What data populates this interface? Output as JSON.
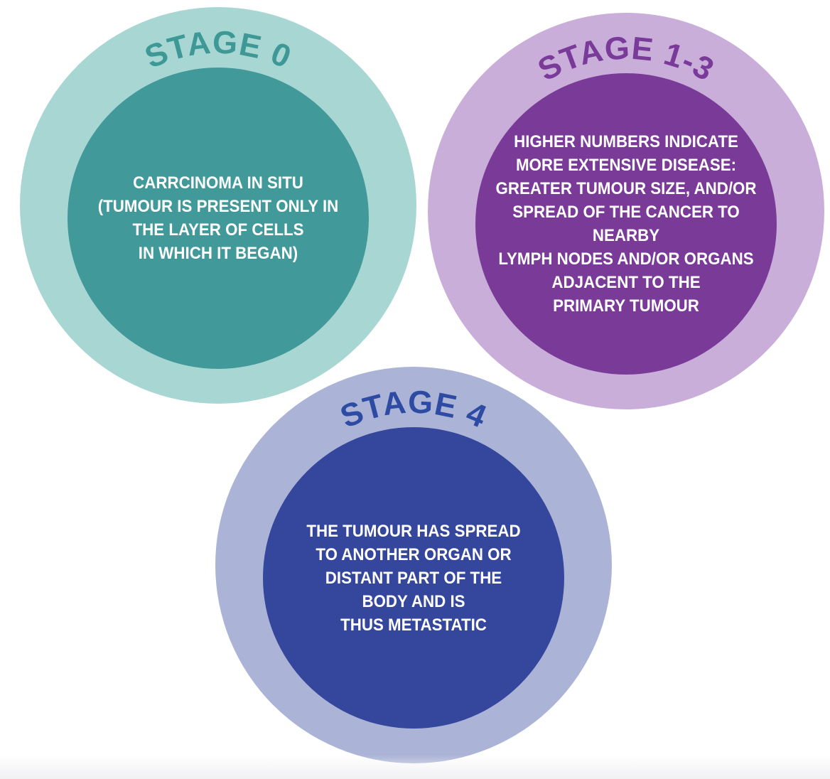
{
  "page": {
    "background_color": "#ffffff",
    "bottom_edge_tint": "#f1f1f4"
  },
  "stages": [
    {
      "id": "stage-0",
      "title": "STAGE 0",
      "outer_color": "#a8d7d3",
      "inner_color": "#42999a",
      "title_color": "#3d9896",
      "text_color": "#ffffff",
      "lines": [
        "CARRCINOMA IN SITU",
        "(TUMOUR IS PRESENT ONLY IN",
        "THE LAYER OF CELLS",
        "IN WHICH IT BEGAN)"
      ]
    },
    {
      "id": "stage-1-3",
      "title": "STAGE 1-3",
      "outer_color": "#c8aed9",
      "inner_color": "#7a3b98",
      "title_color": "#793a99",
      "text_color": "#ffffff",
      "lines": [
        "HIGHER NUMBERS INDICATE",
        "MORE EXTENSIVE DISEASE:",
        "GREATER TUMOUR SIZE, AND/OR",
        "SPREAD OF THE CANCER TO NEARBY",
        "LYMPH NODES AND/OR ORGANS",
        "ADJACENT TO THE",
        "PRIMARY TUMOUR"
      ]
    },
    {
      "id": "stage-4",
      "title": "STAGE 4",
      "outer_color": "#abb4d7",
      "inner_color": "#34479c",
      "title_color": "#2e4ba4",
      "text_color": "#ffffff",
      "lines": [
        "THE TUMOUR HAS SPREAD",
        "TO ANOTHER ORGAN OR",
        "DISTANT PART OF THE",
        "BODY AND IS",
        "THUS METASTATIC"
      ]
    }
  ]
}
